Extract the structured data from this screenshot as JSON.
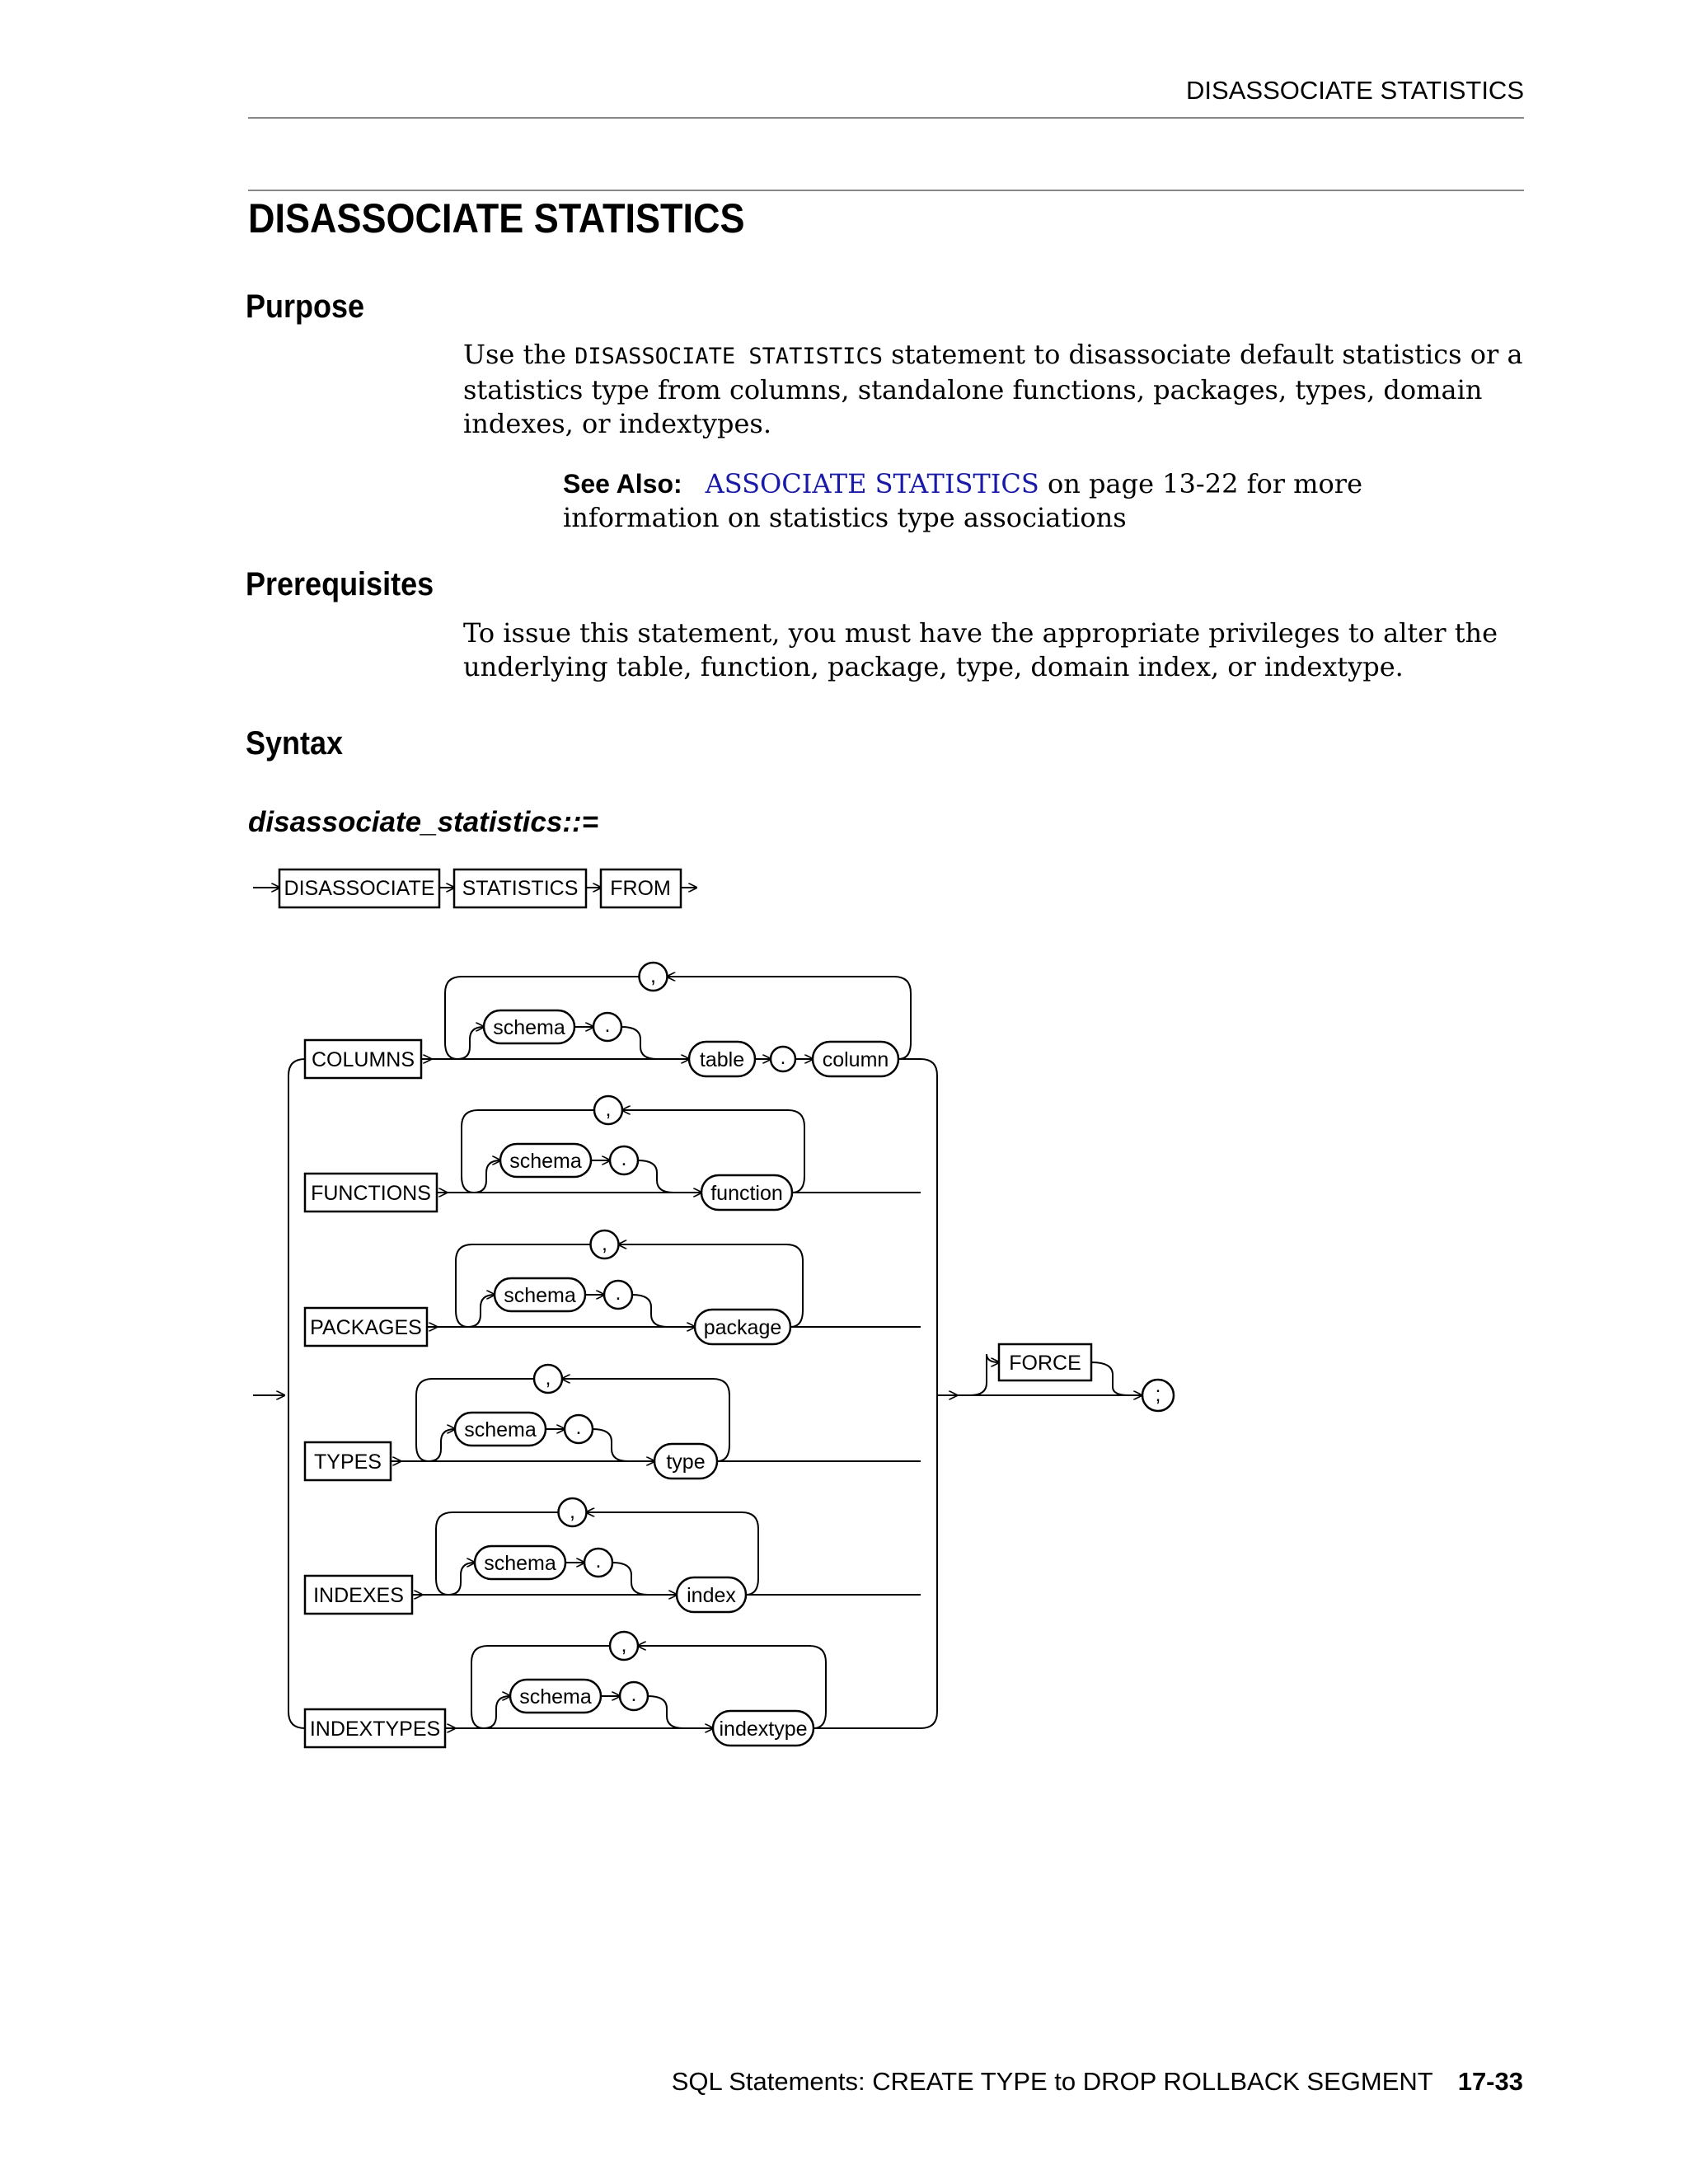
{
  "header": {
    "running_title": "DISASSOCIATE STATISTICS"
  },
  "title": "DISASSOCIATE STATISTICS",
  "purpose": {
    "heading": "Purpose",
    "text_before": "Use the ",
    "keyword": "DISASSOCIATE STATISTICS",
    "text_after": " statement to disassociate default statistics or a statistics type from columns, standalone functions, packages, types, domain indexes, or indextypes.",
    "see_also_label": "See Also:",
    "see_also_link": "ASSOCIATE STATISTICS",
    "see_also_rest": " on page 13-22 for more information on statistics type associations"
  },
  "prerequisites": {
    "heading": "Prerequisites",
    "text": "To issue this statement, you must have the appropriate privileges to alter the underlying table, function, package, type, domain index, or indextype."
  },
  "syntax": {
    "heading": "Syntax",
    "production_name": "disassociate_statistics",
    "production_op": "::=",
    "top_keywords": [
      "DISASSOCIATE",
      "STATISTICS",
      "FROM"
    ],
    "branches": [
      {
        "keyword": "COLUMNS",
        "schema": "schema",
        "dot": ".",
        "comma": ",",
        "object": "table",
        "dot2": ".",
        "object2": "column"
      },
      {
        "keyword": "FUNCTIONS",
        "schema": "schema",
        "dot": ".",
        "comma": ",",
        "object": "function"
      },
      {
        "keyword": "PACKAGES",
        "schema": "schema",
        "dot": ".",
        "comma": ",",
        "object": "package"
      },
      {
        "keyword": "TYPES",
        "schema": "schema",
        "dot": ".",
        "comma": ",",
        "object": "type"
      },
      {
        "keyword": "INDEXES",
        "schema": "schema",
        "dot": ".",
        "comma": ",",
        "object": "index"
      },
      {
        "keyword": "INDEXTYPES",
        "schema": "schema",
        "dot": ".",
        "comma": ",",
        "object": "indextype"
      }
    ],
    "force": "FORCE",
    "terminator": ";"
  },
  "footer": {
    "book_title": "SQL Statements: CREATE TYPE to DROP ROLLBACK SEGMENT",
    "page_number": "17-33"
  }
}
